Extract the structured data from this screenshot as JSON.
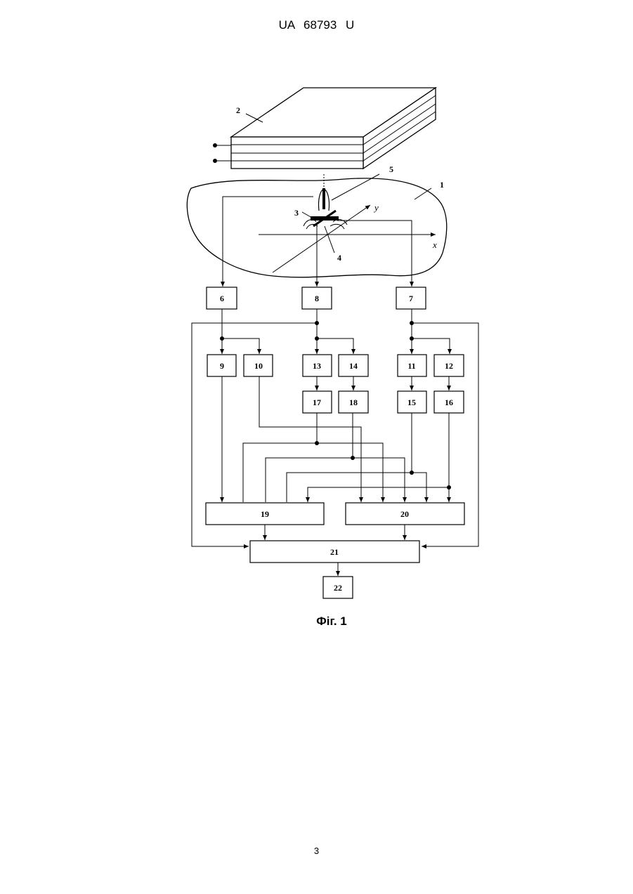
{
  "header": {
    "doc_number": "UA 68793 U"
  },
  "figure": {
    "caption": "Фіг. 1",
    "axis_x": "x",
    "axis_y": "y",
    "labels": {
      "n1": "1",
      "n2": "2",
      "n3": "3",
      "n4": "4",
      "n5": "5",
      "n6": "6",
      "n7": "7",
      "n8": "8",
      "n9": "9",
      "n10": "10",
      "n11": "11",
      "n12": "12",
      "n13": "13",
      "n14": "14",
      "n15": "15",
      "n16": "16",
      "n17": "17",
      "n18": "18",
      "n19": "19",
      "n20": "20",
      "n21": "21",
      "n22": "22"
    }
  },
  "footer": {
    "page_number": "3"
  }
}
